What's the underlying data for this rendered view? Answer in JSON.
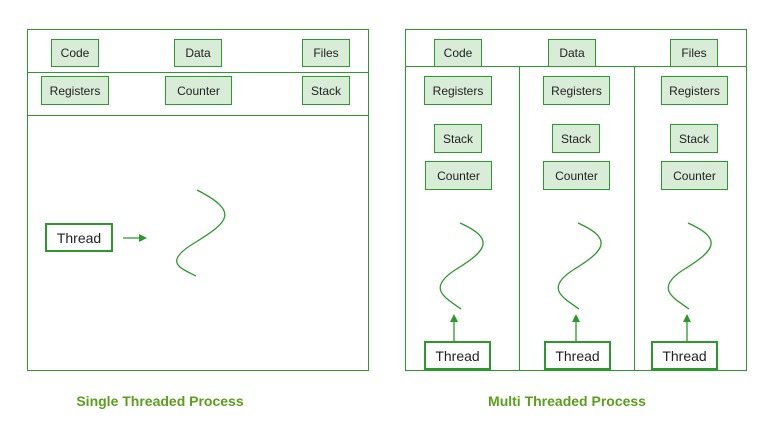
{
  "single": {
    "caption": "Single Threaded Process",
    "shared": [
      "Code",
      "Data",
      "Files"
    ],
    "private": [
      "Registers",
      "Counter",
      "Stack"
    ],
    "thread_label": "Thread"
  },
  "multi": {
    "caption": "Multi Threaded Process",
    "shared": [
      "Code",
      "Data",
      "Files"
    ],
    "threads": [
      {
        "registers": "Registers",
        "stack": "Stack",
        "counter": "Counter",
        "label": "Thread"
      },
      {
        "registers": "Registers",
        "stack": "Stack",
        "counter": "Counter",
        "label": "Thread"
      },
      {
        "registers": "Registers",
        "stack": "Stack",
        "counter": "Counter",
        "label": "Thread"
      }
    ]
  },
  "colors": {
    "stroke": "#2a9a2a",
    "fill": "#d9ecd8",
    "caption": "#5a9e1a"
  }
}
